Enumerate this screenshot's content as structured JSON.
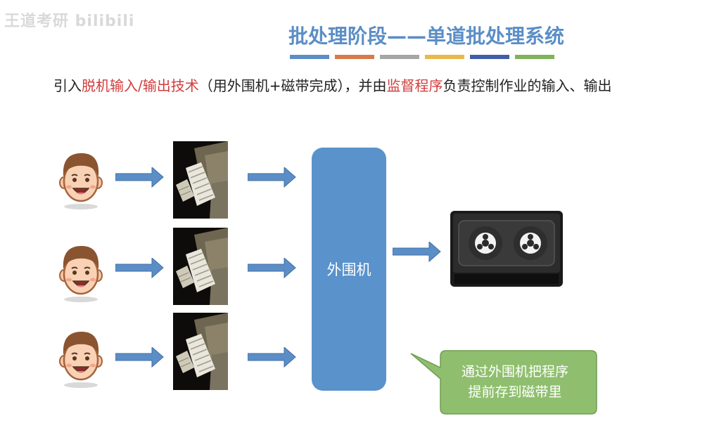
{
  "watermark": "王道考研 bilibili",
  "title": "批处理阶段——单道批处理系统",
  "colorbar": [
    "#5b8ec6",
    "#d97a4a",
    "#a6a6a6",
    "#e8b84a",
    "#3f5fa8",
    "#7fb35a"
  ],
  "intro": {
    "p1": "引入",
    "hl1": "脱机输入/输出技术",
    "p2": "（用外围机+磁带完成），并由",
    "hl2": "监督程序",
    "p3": "负责控制作业的输入、输出"
  },
  "peripheral_label": "外围机",
  "bubble_text": [
    "通过外围机把程序",
    "提前存到磁带里"
  ],
  "icons": {
    "user": "user-face-icon",
    "card": "punch-card-machine-icon",
    "tape": "tape-drive-icon",
    "arrow": "right-arrow-icon"
  }
}
